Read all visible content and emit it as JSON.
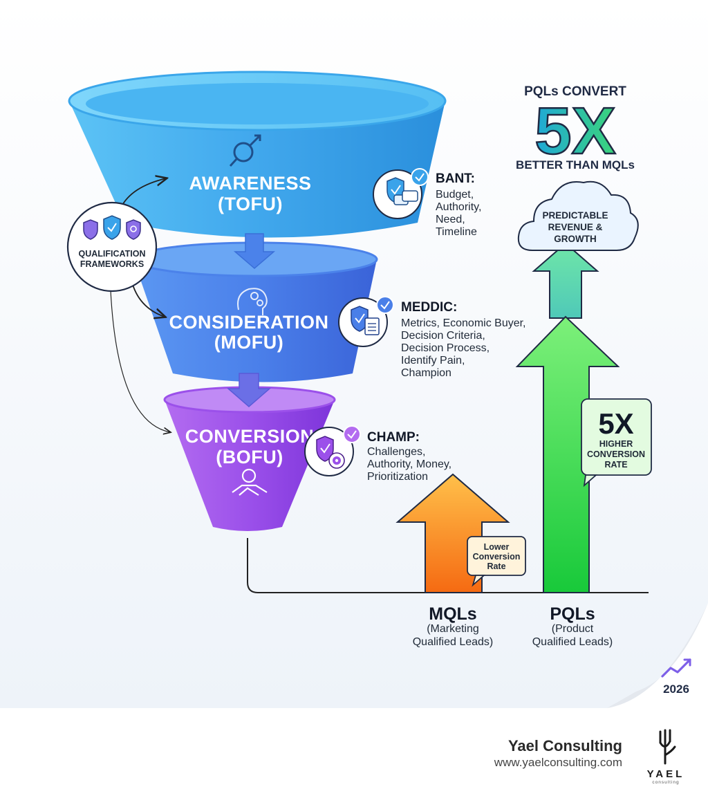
{
  "funnel": {
    "awareness": {
      "title": "AWARENESS",
      "sub": "(TOFU)"
    },
    "consideration": {
      "title": "CONSIDERATION",
      "sub": "(MOFU)"
    },
    "conversion": {
      "title": "CONVERSION",
      "sub": "(BOFU)"
    }
  },
  "qualification": {
    "line1": "QUALIFICATION",
    "line2": "FRAMEWORKS"
  },
  "frameworks": {
    "bant": {
      "title": "BANT:",
      "lines": [
        "Budget,",
        "Authority,",
        "Need,",
        "Timeline"
      ]
    },
    "meddic": {
      "title": "MEDDIC:",
      "lines": [
        "Metrics, Economic Buyer,",
        "Decision Criteria,",
        "Decision Process,",
        "Identify Pain,",
        "Champion"
      ]
    },
    "champ": {
      "title": "CHAMP:",
      "lines": [
        "Challenges,",
        "Authority, Money,",
        "Prioritization"
      ]
    }
  },
  "headline": {
    "line1": "PQLs CONVERT",
    "big": "5X",
    "line2": "BETTER THAN MQLs"
  },
  "cloud": {
    "lines": [
      "PREDICTABLE",
      "REVENUE &",
      "GROWTH"
    ]
  },
  "pql_callout": {
    "big": "5X",
    "line1": "HIGHER",
    "line2": "CONVERSION",
    "line3": "RATE"
  },
  "mql_callout": {
    "lines": [
      "Lower",
      "Conversion",
      "Rate"
    ]
  },
  "mql": {
    "title": "MQLs",
    "line1": "(Marketing",
    "line2": "Qualified Leads)"
  },
  "pql": {
    "title": "PQLs",
    "line1": "(Product",
    "line2": "Qualified Leads)"
  },
  "year": "2026",
  "brand": {
    "name": "Yael Consulting",
    "url": "www.yaelconsulting.com",
    "logo_text": "YAEL",
    "logo_sub": "consulting"
  },
  "colors": {
    "tofu": "#3aa3ea",
    "mofu": "#4a7fe8",
    "bofu": "#9b4de8",
    "mql_arrow": "#f7941d",
    "pql_arrow": "#3dd94a",
    "accent": "#2b8fd8"
  }
}
